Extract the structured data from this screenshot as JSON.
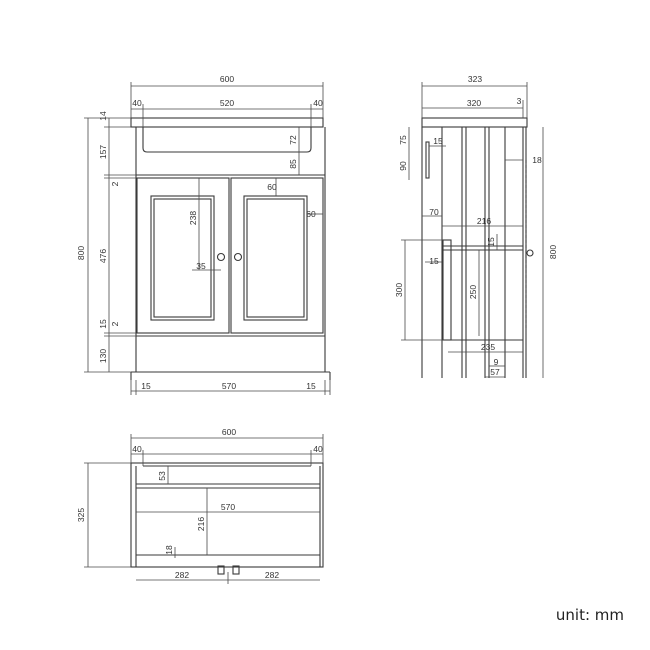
{
  "unit_label": "unit: mm",
  "front": {
    "overall_width": "600",
    "side_left": "40",
    "top_inner": "520",
    "side_right": "40",
    "top_thickness": "14",
    "top_section": "157",
    "gap_top": "2",
    "door_height": "476",
    "bottom_gap_15": "15",
    "gap_bottom": "2",
    "plinth": "130",
    "overall_height": "800",
    "basin_depth": "72",
    "rail_85": "85",
    "door_frame_top": "60",
    "door_frame_side": "60",
    "panel_height": "238",
    "handle_offset": "35",
    "foot_left": "15",
    "inner_width": "570",
    "foot_right": "15"
  },
  "side": {
    "overall_depth": "323",
    "body_depth": "320",
    "back_offset": "3",
    "dim_75": "75",
    "dim_15_top": "15",
    "dim_90": "90",
    "dim_18": "18",
    "dim_70": "70",
    "dim_216": "216",
    "dim_15_mid": "15",
    "dim_15_left": "15",
    "dim_300": "300",
    "dim_250": "250",
    "overall_height": "800",
    "dim_235": "235",
    "dim_9": "9",
    "dim_57": "57"
  },
  "top": {
    "overall_width": "600",
    "side_left": "40",
    "side_right": "40",
    "depth": "325",
    "dim_53": "53",
    "inner_width": "570",
    "dim_216": "216",
    "dim_18": "18",
    "half_left": "282",
    "half_right": "282"
  }
}
